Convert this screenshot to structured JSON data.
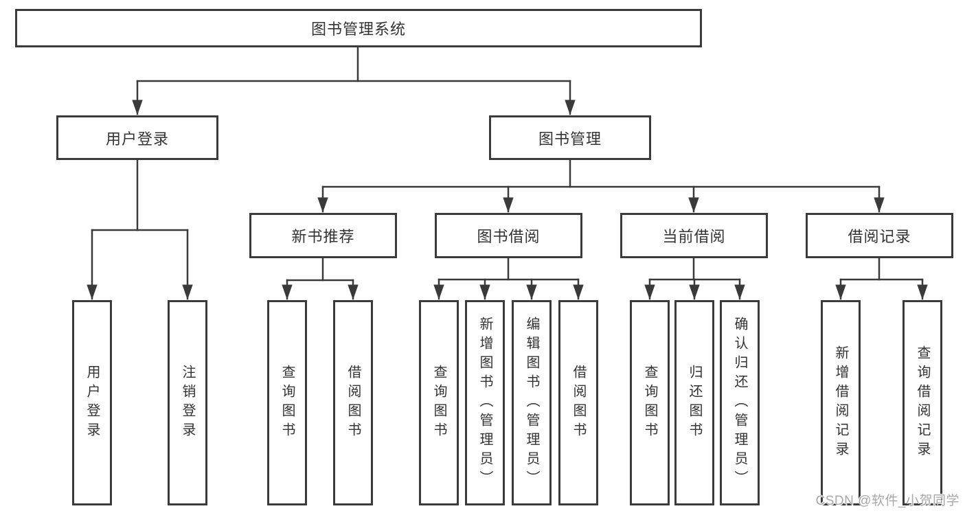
{
  "diagram": {
    "root": {
      "label": "图书管理系统"
    },
    "level2": [
      {
        "label": "用户登录"
      },
      {
        "label": "图书管理"
      }
    ],
    "level3": [
      {
        "label": "新书推荐"
      },
      {
        "label": "图书借阅"
      },
      {
        "label": "当前借阅"
      },
      {
        "label": "借阅记录"
      }
    ],
    "level4": [
      {
        "label": "用户登录"
      },
      {
        "label": "注销登录"
      },
      {
        "label": "查询图书"
      },
      {
        "label": "借阅图书"
      },
      {
        "label": "查询图书"
      },
      {
        "label": "新增图书（管理员）"
      },
      {
        "label": "编辑图书（管理员）"
      },
      {
        "label": "借阅图书"
      },
      {
        "label": "查询图书"
      },
      {
        "label": "归还图书"
      },
      {
        "label": "确认归还（管理员）"
      },
      {
        "label": "新增借阅记录"
      },
      {
        "label": "查询借阅记录"
      }
    ],
    "colors": {
      "line": "#3a3a3a",
      "box_border": "#3b3b3b",
      "text": "#333333"
    }
  },
  "watermark": {
    "text": "CSDN @软件_小贺同学",
    "color": "#a8a8a8"
  }
}
